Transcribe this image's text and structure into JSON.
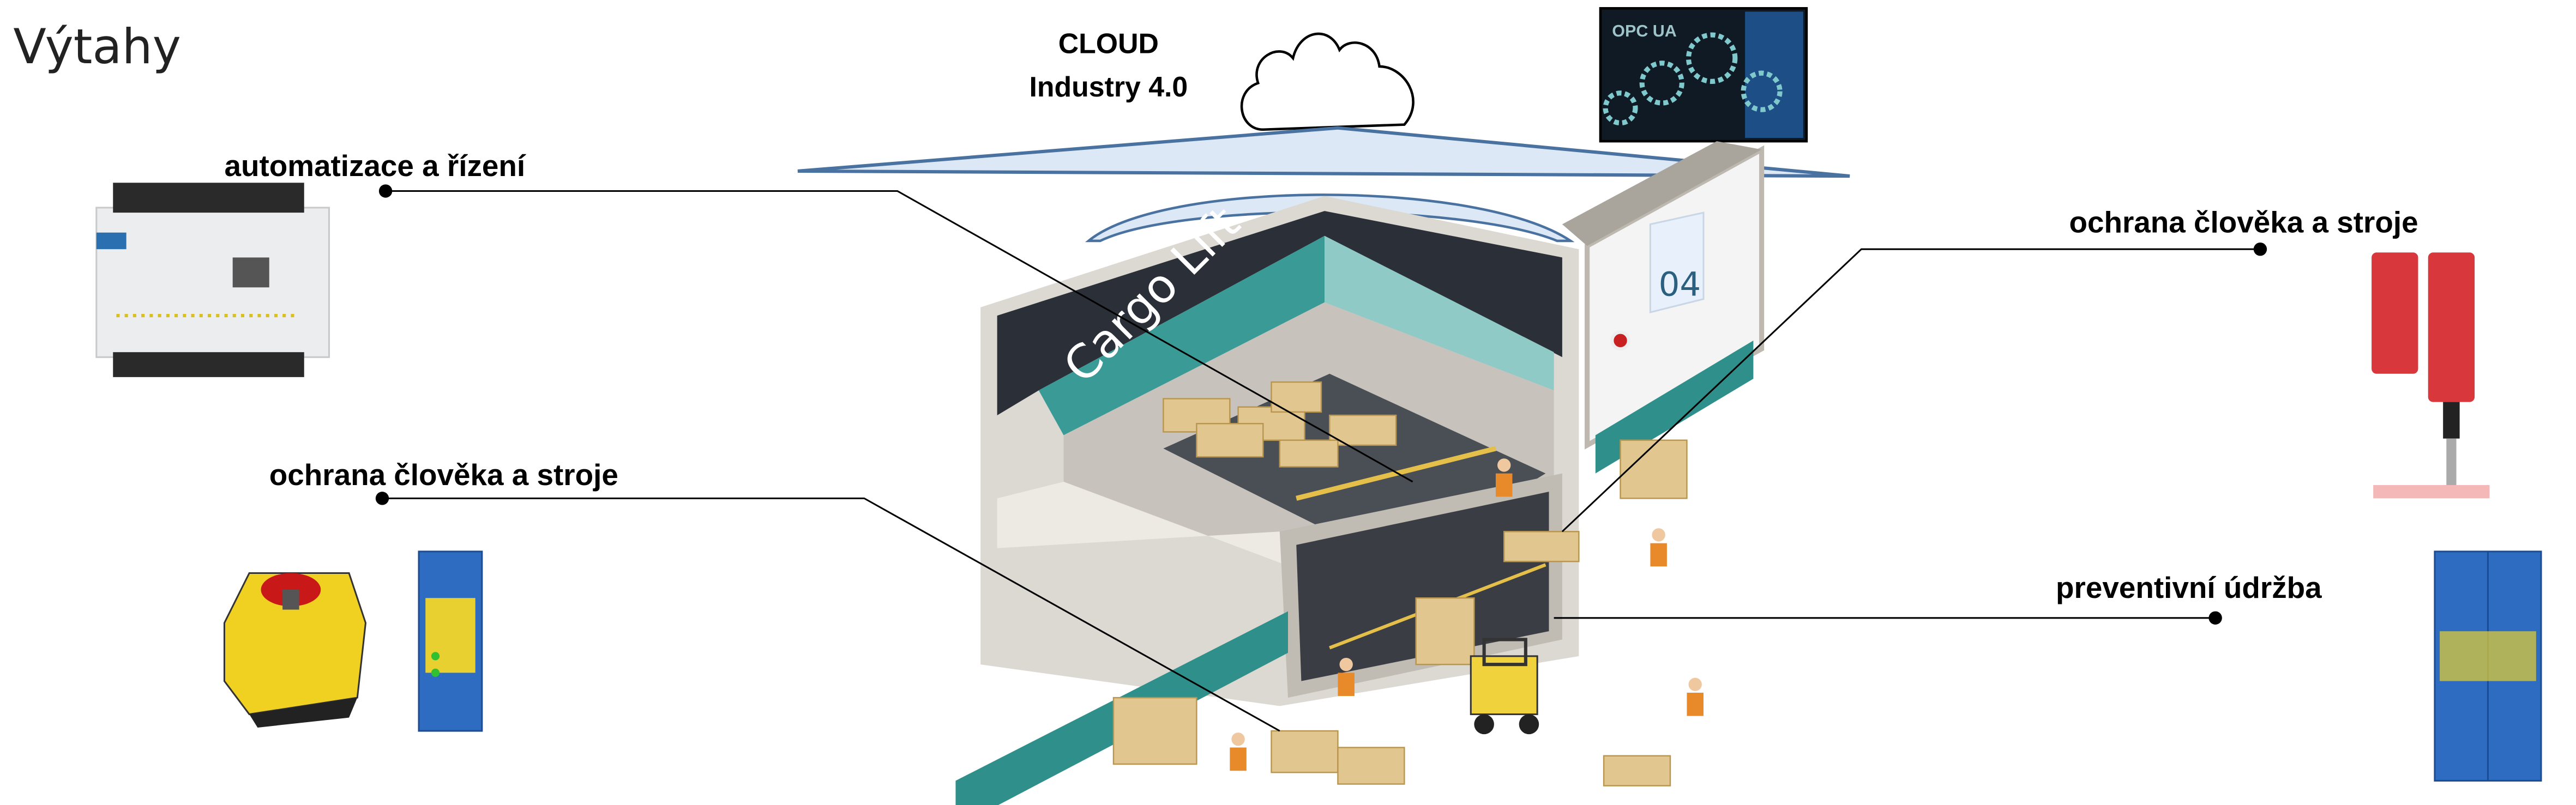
{
  "title": "Výtahy",
  "cloud": {
    "line1": "CLOUD",
    "line2": "Industry 4.0"
  },
  "opc_badge": "OPC UA",
  "building": {
    "sign": "Cargo Lift",
    "door_number": "04"
  },
  "callouts": [
    {
      "label": "automatizace a řízení",
      "device": "plc-controller"
    },
    {
      "label": "ochrana člověka a stroje",
      "device": "emergency-stop-and-safety-relay"
    },
    {
      "label": "ochrana člověka a stroje",
      "device": "magnetic-safety-switch"
    },
    {
      "label": "preventivní údržba",
      "device": "monitoring-relay"
    }
  ],
  "colors": {
    "teal": "#2f8f8a",
    "dark_band": "#2b3038",
    "roof_fill": "#dce8f5",
    "roof_stroke": "#4a72a0"
  }
}
